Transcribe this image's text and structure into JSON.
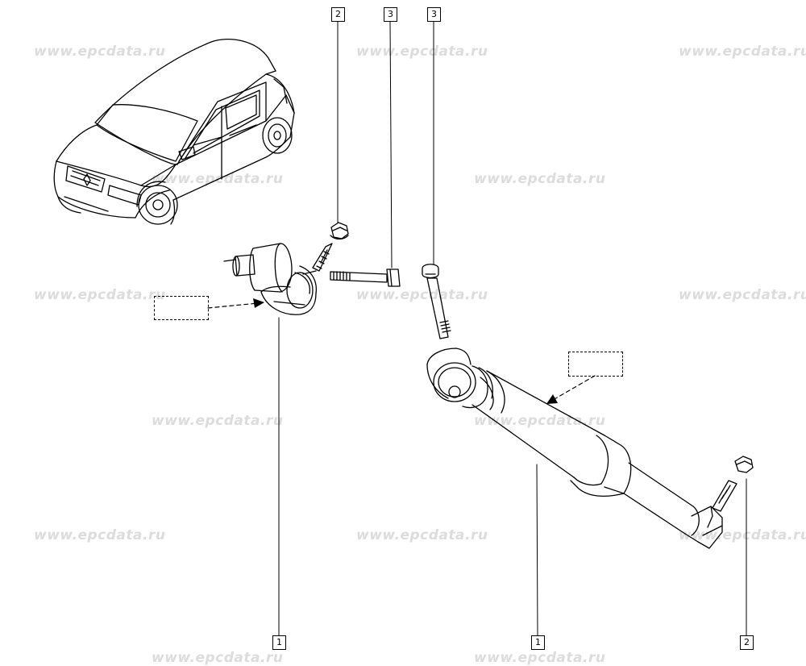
{
  "watermark": "www.epcdata.ru",
  "callouts": {
    "top_bolt_2": "2",
    "top_bolt_3a": "3",
    "top_bolt_3b": "3",
    "bottom_1a": "1",
    "bottom_1b": "1",
    "bottom_2": "2"
  },
  "colors": {
    "line": "#000000",
    "watermark": "#dcdcdc"
  },
  "icons": {
    "car": "car-illustration",
    "bushing": "bushing-assembly",
    "shock": "shock-absorber",
    "bolt": "bolt",
    "nut": "nut"
  }
}
